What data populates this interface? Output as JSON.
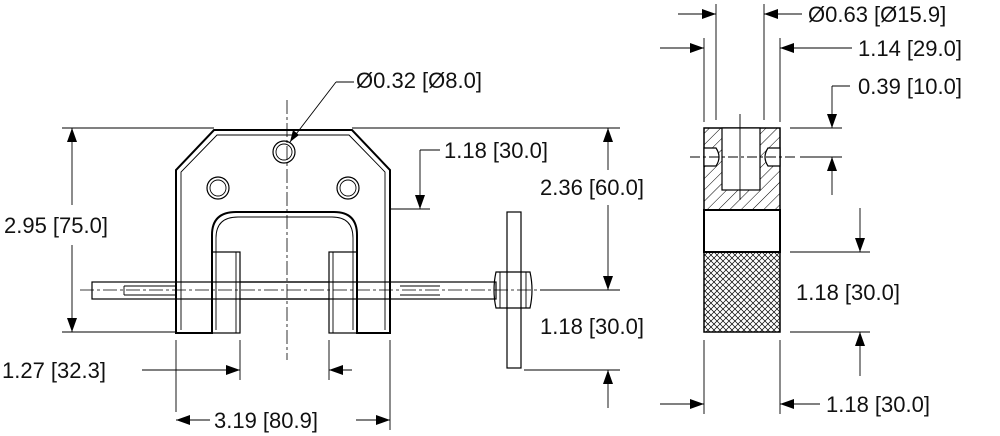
{
  "dimensions": {
    "bolt_hole": "Ø0.32 [Ø8.0]",
    "top_depth": "1.18 [30.0]",
    "opening_height": "2.36 [60.0]",
    "overall_height": "2.95 [75.0]",
    "screw_offset": "1.18 [30.0]",
    "jaw_offset": "1.27 [32.3]",
    "overall_width": "3.19 [80.9]",
    "handle_diameter": "Ø0.63 [Ø15.9]",
    "handle_bore": "1.14 [29.0]",
    "collar_height": "0.39 [10.0]",
    "knurl_height": "1.18 [30.0]",
    "handle_width": "1.18 [30.0]"
  },
  "colors": {
    "line": "#000000",
    "background": "#ffffff"
  }
}
